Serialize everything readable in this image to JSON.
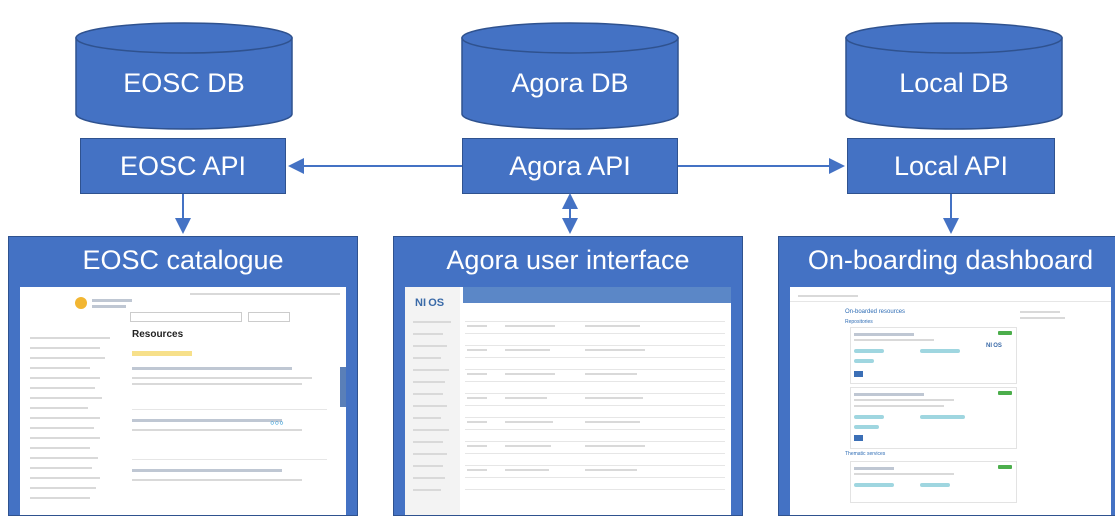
{
  "databases": [
    {
      "id": "eosc",
      "label": "EOSC DB"
    },
    {
      "id": "agora",
      "label": "Agora DB"
    },
    {
      "id": "local",
      "label": "Local DB"
    }
  ],
  "apis": [
    {
      "id": "eosc",
      "label": "EOSC API"
    },
    {
      "id": "agora",
      "label": "Agora API"
    },
    {
      "id": "local",
      "label": "Local API"
    }
  ],
  "interfaces": [
    {
      "id": "eosc",
      "label": "EOSC catalogue",
      "screen_heading": "Resources"
    },
    {
      "id": "agora",
      "label": "Agora user interface",
      "screen_logo": "NI OS"
    },
    {
      "id": "local",
      "label": "On-boarding dashboard",
      "screen_heading": "On-boarded resources",
      "screen_sub": "Repositories",
      "screen_sub2": "Thematic services",
      "screen_logo": "NI OS"
    }
  ],
  "colors": {
    "box_fill": "#4472c4",
    "box_border": "#2f528f",
    "arrow": "#4472c4",
    "text": "#ffffff"
  }
}
